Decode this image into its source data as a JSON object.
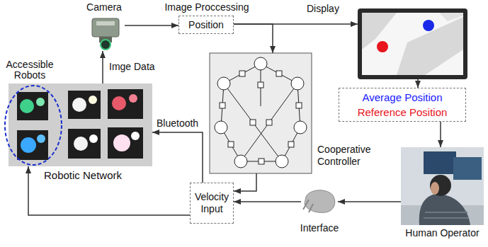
{
  "diagram": {
    "nodes": [
      {
        "text": [
          "Camera"
        ]
      },
      {
        "text": [
          "Image Proccessing",
          "Position"
        ]
      },
      {
        "text": [
          "Display"
        ]
      },
      {
        "text": [
          "Average Position",
          "Reference Position"
        ]
      },
      {
        "text": [
          "Accessible Robots",
          "Robotic Network"
        ]
      },
      {
        "text": [
          "Cooperative Controller"
        ]
      },
      {
        "text": [
          "Velocity Input"
        ]
      },
      {
        "text": [
          "Interface"
        ]
      },
      {
        "text": [
          "Human Operator"
        ]
      }
    ],
    "edges": [
      {
        "from": 0,
        "to": 1,
        "arrow": "to"
      },
      {
        "from": 1,
        "to": 2,
        "arrow": "to"
      },
      {
        "from": 1,
        "to": 5,
        "arrow": "to"
      },
      {
        "from": 2,
        "to": 3,
        "arrow": "to"
      },
      {
        "from": 3,
        "to": 8,
        "arrow": "to"
      },
      {
        "from": 8,
        "to": 7,
        "arrow": "to"
      },
      {
        "from": 7,
        "to": 6,
        "arrow": "to"
      },
      {
        "from": 5,
        "to": 6,
        "arrow": "to"
      },
      {
        "from": 6,
        "to": 4,
        "label": "Bluetooth",
        "arrow": "to"
      },
      {
        "from": 6,
        "to": 4,
        "arrow": "to"
      },
      {
        "from": 4,
        "to": 0,
        "label": "Imge Data",
        "arrow": "to"
      }
    ]
  }
}
